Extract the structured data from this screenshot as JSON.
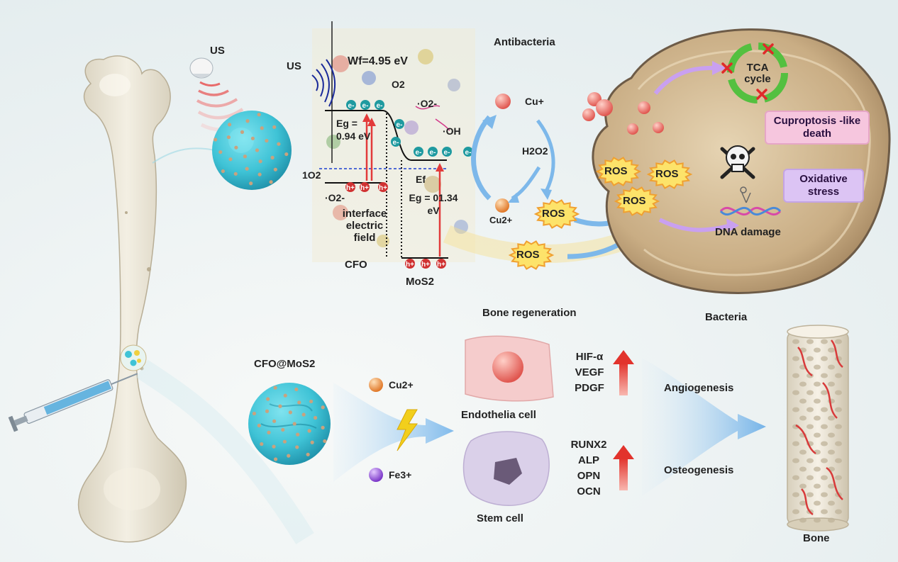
{
  "labels": {
    "us_top": "US",
    "us_mid": "US",
    "work_function": "Wf=4.95 eV",
    "o2": "O2",
    "superoxide_1": "·O2-",
    "superoxide_2": "·O2-",
    "hydroxyl": "·OH",
    "singlet_oxygen": "1O2",
    "eg_cfo": "Eg = 0.94 eV",
    "ef": "Ef",
    "eg_mos2": "Eg = 01.34 eV",
    "interface_field": "interface electric field",
    "cfo": "CFO",
    "mos2": "MoS2",
    "antibacteria": "Antibacteria",
    "cu_plus": "Cu+",
    "h2o2": "H2O2",
    "cu2_top": "Cu2+",
    "ros": "ROS",
    "tca": "TCA cycle",
    "cuproptosis": "Cuproptosis -like death",
    "oxidative_stress": "Oxidative stress",
    "dna_damage": "DNA damage",
    "bone_regeneration": "Bone regeneration",
    "bacteria": "Bacteria",
    "cfo_mos2": "CFO@MoS2",
    "cu2_bottom": "Cu2+",
    "fe3": "Fe3+",
    "endothelia_cell": "Endothelia cell",
    "stem_cell": "Stem cell",
    "hif": "HIF-α",
    "vegf": "VEGF",
    "pdgf": "PDGF",
    "runx2": "RUNX2",
    "alp": "ALP",
    "opn": "OPN",
    "ocn": "OCN",
    "angiogenesis": "Angiogenesis",
    "osteogenesis": "Osteogenesis",
    "bone": "Bone",
    "electron": "e-",
    "hole": "h+"
  },
  "colors": {
    "nanoparticle": "#3fc3d6",
    "copper_dot": "#c9a27e",
    "cu_sphere": "#f08a7a",
    "cu2_sphere": "#f0a050",
    "fe3_sphere": "#9a60d8",
    "up_arrow": "#e8443c",
    "blue_arrow": "#7db8ea",
    "purple_arrow": "#c9a0f0",
    "pill_pink": "#f6c6de",
    "pill_purple": "#dcc4f4",
    "bacteria_body": "#c9b08a"
  }
}
